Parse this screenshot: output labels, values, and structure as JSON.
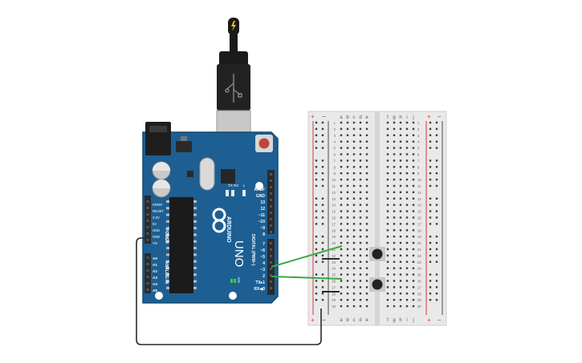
{
  "arduino": {
    "brand": "ARDUINO",
    "model": "UNO",
    "on_label": "ON",
    "tx_label": "TX",
    "rx_label": "RX",
    "l_label": "L",
    "power_header": "POWER",
    "analog_header": "ANALOG IN",
    "digital_header": "DIGITAL (PWM~)",
    "power_pins": [
      "IOREF",
      "RESET",
      "3.3V",
      "5V",
      "GND",
      "GND",
      "Vin"
    ],
    "analog_pins": [
      "A0",
      "A1",
      "A2",
      "A3",
      "A4",
      "A5"
    ],
    "digital_top_pins": [
      "AREF",
      "GND",
      "13",
      "12",
      "~11",
      "~10",
      "~9",
      "8"
    ],
    "digital_bottom_pins": [
      "7",
      "~6",
      "~5",
      "4",
      "~3",
      "2",
      "TX▸1",
      "RX◀0"
    ]
  },
  "breadboard": {
    "columns_left": [
      "a",
      "b",
      "c",
      "d",
      "e"
    ],
    "columns_right": [
      "f",
      "g",
      "h",
      "i",
      "j"
    ],
    "plus": "+",
    "minus": "−",
    "row_count": 30
  },
  "colors": {
    "board": "#1d5f92",
    "board_edge": "#114a75",
    "header": "#2b2b2b",
    "breadboard": "#e8e8e8",
    "rail_red": "#d63838",
    "rail_blue": "#4a4a4a",
    "wire_green": "#3aa84a",
    "wire_black": "#2a2a2a",
    "button_cap": "#222222",
    "reset_button": "#c0463a"
  }
}
